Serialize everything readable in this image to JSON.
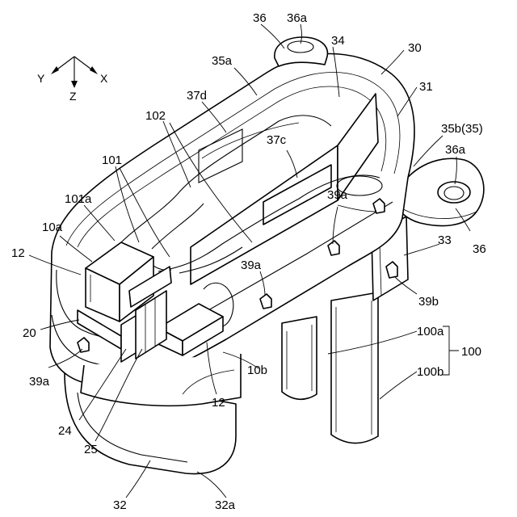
{
  "axes": {
    "y": "Y",
    "x": "X",
    "z": "Z"
  },
  "labels": {
    "l36_top": "36",
    "l36a_top": "36a",
    "l30": "30",
    "l34": "34",
    "l35a": "35a",
    "l31": "31",
    "l37d": "37d",
    "l102": "102",
    "l37c": "37c",
    "l35b": "35b(35)",
    "l36a_right": "36a",
    "l101": "101",
    "l101a": "101a",
    "l39a_right": "39a",
    "l10a": "10a",
    "l33": "33",
    "l36_right": "36",
    "l12_left": "12",
    "l39a_mid": "39a",
    "l39b": "39b",
    "l20": "20",
    "l100a": "100a",
    "l100": "100",
    "l10b": "10b",
    "l100b": "100b",
    "l39a_left": "39a",
    "l12_bottom": "12",
    "l24": "24",
    "l25": "25",
    "l32": "32",
    "l32a": "32a"
  }
}
